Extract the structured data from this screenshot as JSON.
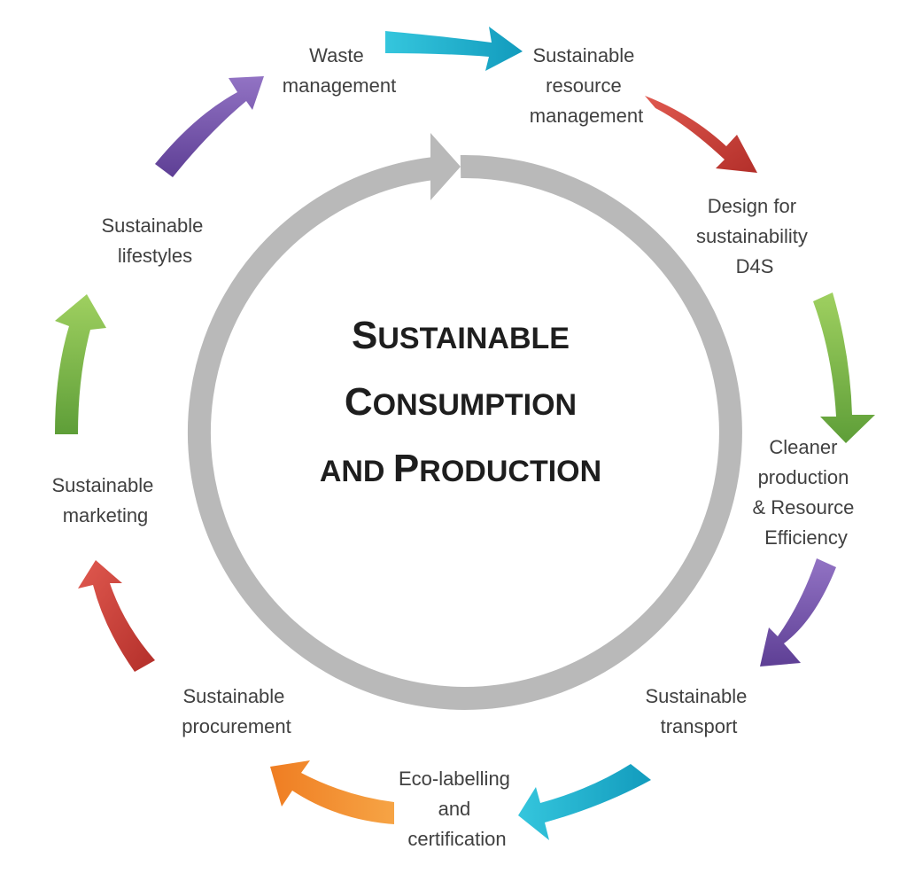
{
  "center_title": {
    "line1": {
      "cap": "S",
      "rest": "USTAINABLE"
    },
    "line2": {
      "cap": "C",
      "rest": "ONSUMPTION"
    },
    "line3": {
      "pre": "AND ",
      "cap": "P",
      "rest": "RODUCTION"
    }
  },
  "steps": [
    {
      "id": "waste",
      "lines": [
        "Waste",
        "management"
      ],
      "arrow_color": "#5b3e8e"
    },
    {
      "id": "resource",
      "lines": [
        "Sustainable",
        "resource",
        "management"
      ],
      "arrow_color": "#1aa9c8"
    },
    {
      "id": "d4s",
      "lines": [
        "Design for",
        "sustainability",
        "D4S"
      ],
      "arrow_color": "#cc3b3b"
    },
    {
      "id": "cleaner",
      "lines": [
        "Cleaner",
        "production",
        "& Resource",
        "Efficiency"
      ],
      "arrow_color": "#7cb342"
    },
    {
      "id": "transport",
      "lines": [
        "Sustainable",
        "transport"
      ],
      "arrow_color": "#6e4fa3"
    },
    {
      "id": "eco",
      "lines": [
        "Eco-labelling",
        "and",
        "certification"
      ],
      "arrow_color": "#1aa9c8"
    },
    {
      "id": "procurement",
      "lines": [
        "Sustainable",
        "procurement"
      ],
      "arrow_color": "#f28a26"
    },
    {
      "id": "marketing",
      "lines": [
        "Sustainable",
        "marketing"
      ],
      "arrow_color": "#c0392b"
    },
    {
      "id": "lifestyles",
      "lines": [
        "Sustainable",
        "lifestyles"
      ],
      "arrow_color": "#7cb342"
    }
  ],
  "ring_color": "#b9b9b9"
}
